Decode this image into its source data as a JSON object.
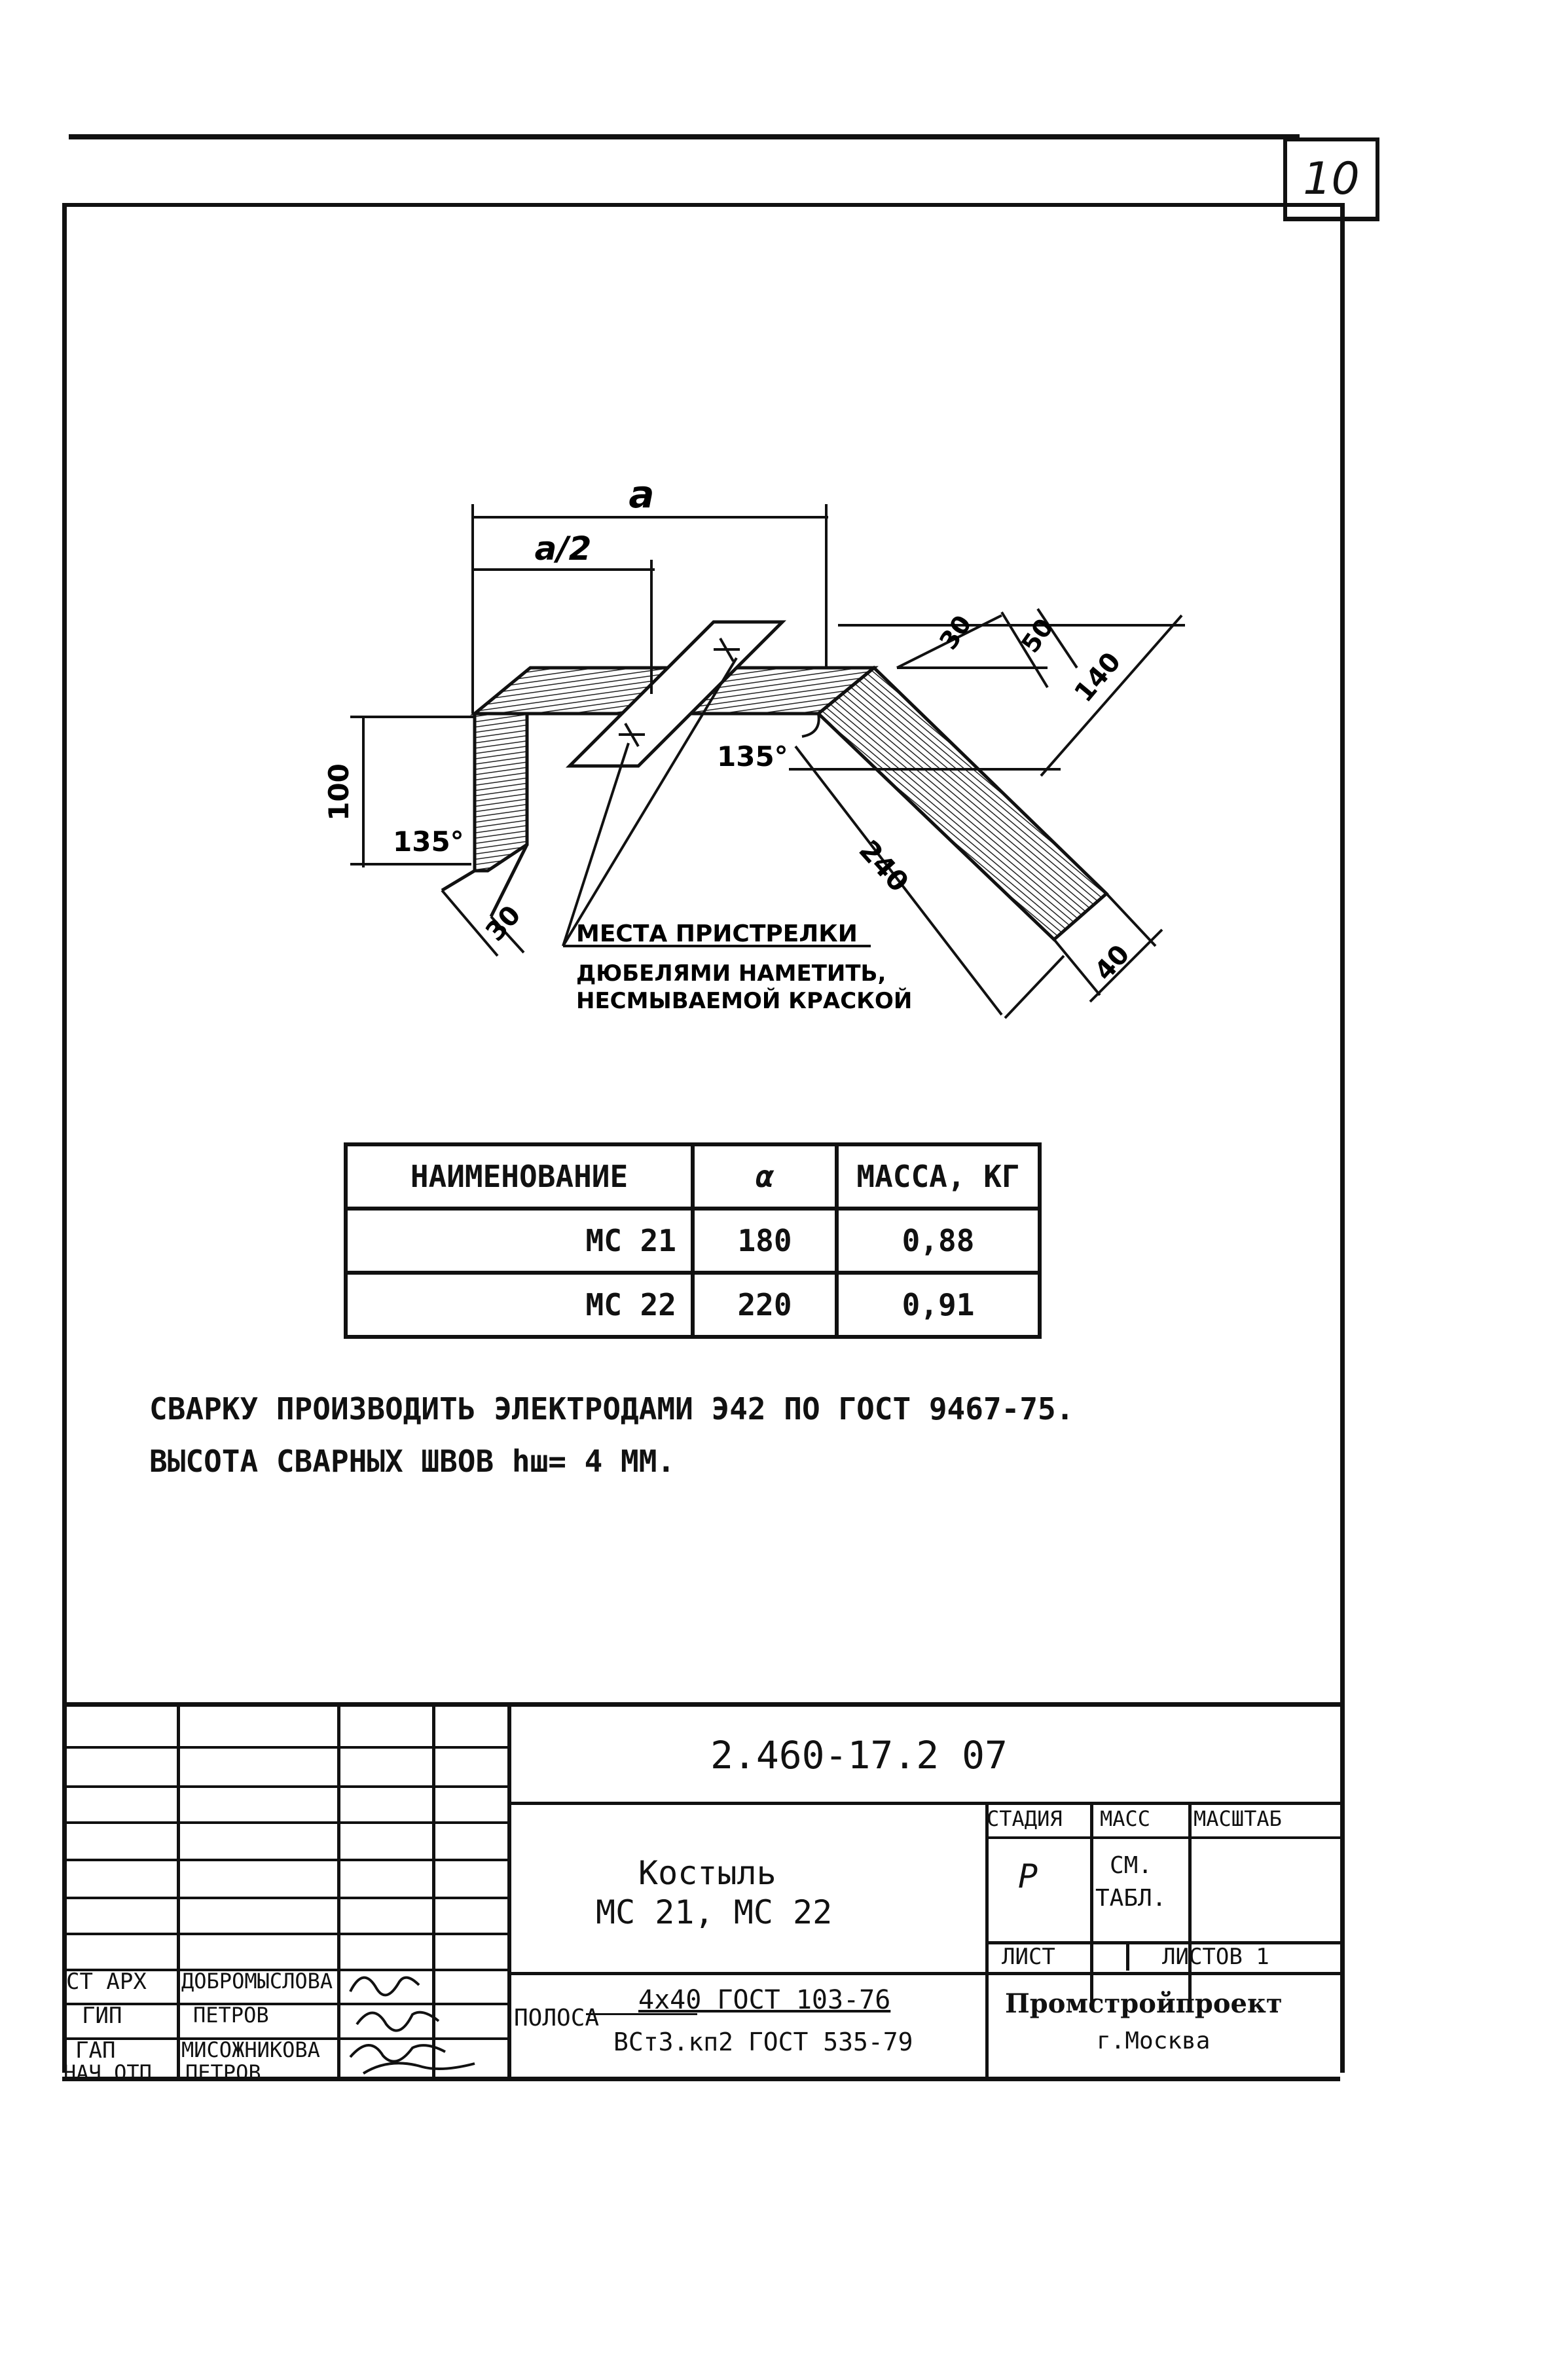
{
  "page_number": "10",
  "drawing": {
    "dims": {
      "a": "a",
      "a_half": "a/2",
      "h100": "100",
      "ang_left": "135°",
      "ang_mid": "135°",
      "w30_left": "30",
      "d30_top": "30",
      "d50": "50",
      "d140": "140",
      "d240": "240",
      "d40": "40"
    },
    "callout": {
      "line1": "МЕСТА ПРИСТРЕЛКИ",
      "line2": "ДЮБЕЛЯМИ НАМЕТИТЬ,",
      "line3": "НЕСМЫВАЕМОЙ КРАСКОЙ"
    }
  },
  "spec_table": {
    "headers": [
      "НАИМЕНОВАНИЕ",
      "α",
      "МАССА, КГ"
    ],
    "rows": [
      [
        "МС 21",
        "180",
        "0,88"
      ],
      [
        "МС 22",
        "220",
        "0,91"
      ]
    ]
  },
  "notes": {
    "line1": "СВАРКУ ПРОИЗВОДИТЬ ЭЛЕКТРОДАМИ Э42 ПО ГОСТ 9467-75.",
    "line2": "ВЫСОТА СВАРНЫХ ШВОВ hш= 4 ММ."
  },
  "title_block": {
    "doc_code": "2.460-17.2 07",
    "name_line1": "Костыль",
    "name_line2": "МС 21, МС 22",
    "col_stage": "СТАДИЯ",
    "col_mass": "МАСС",
    "col_scale": "МАСШТАБ",
    "stage_value": "Р",
    "mass_value_1": "СМ.",
    "mass_value_2": "ТАБЛ.",
    "sheet_label": "ЛИСТ",
    "sheets_label": "ЛИСТОВ 1",
    "material_prefix": "ПОЛОСА",
    "material_line1": "4х40 ГОСТ 103-76",
    "material_line2": "ВСт3.кп2 ГОСТ 535-79",
    "org_line1": "Промстройпроект",
    "org_line2": "г.Москва",
    "signers": [
      {
        "role": "СТ АРХ",
        "name": "ДОБРОМЫСЛОВА"
      },
      {
        "role": "ГИП",
        "name": "ПЕТРОВ"
      },
      {
        "role": "ГАП",
        "name": "МИСОЖНИКОВА"
      },
      {
        "role": "НАЧ ОТП",
        "name": "ПЕТРОВ"
      }
    ]
  }
}
